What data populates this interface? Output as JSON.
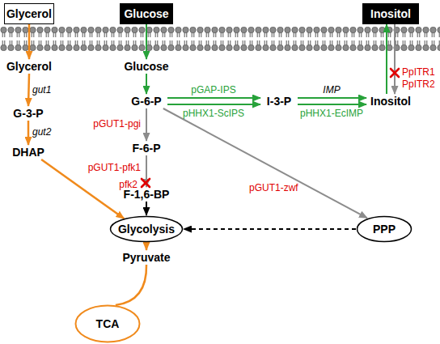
{
  "diagram": {
    "nodes": [
      {
        "text": [
          "Glycerol"
        ]
      },
      {
        "text": [
          "Glucose"
        ]
      },
      {
        "text": [
          "Inositol"
        ]
      },
      {
        "text": [
          "Glycerol"
        ]
      },
      {
        "text": [
          "G-3-P"
        ]
      },
      {
        "text": [
          "DHAP"
        ]
      },
      {
        "text": [
          "Glucose"
        ]
      },
      {
        "text": [
          "G-6-P"
        ]
      },
      {
        "text": [
          "I-3-P"
        ]
      },
      {
        "text": [
          "Inositol"
        ]
      },
      {
        "text": [
          "F-6-P"
        ]
      },
      {
        "text": [
          "F-1,6-BP"
        ]
      },
      {
        "text": [
          "Glycolysis"
        ]
      },
      {
        "text": [
          "PPP"
        ]
      },
      {
        "text": [
          "Pyruvate"
        ]
      },
      {
        "text": [
          "TCA"
        ]
      }
    ],
    "edges": [
      {
        "from": 0,
        "to": 3,
        "arrow": "to"
      },
      {
        "from": 3,
        "to": 4,
        "label": "gut1",
        "arrow": "to"
      },
      {
        "from": 4,
        "to": 5,
        "label": "gut2",
        "arrow": "to"
      },
      {
        "from": 5,
        "to": 12,
        "arrow": "to"
      },
      {
        "from": 1,
        "to": 6,
        "arrow": "to"
      },
      {
        "from": 6,
        "to": 7,
        "arrow": "to"
      },
      {
        "from": 7,
        "to": 8,
        "label": "pGAP-IPS",
        "arrow": "to"
      },
      {
        "from": 7,
        "to": 8,
        "label": "pHHX1-ScIPS",
        "arrow": "to"
      },
      {
        "from": 8,
        "to": 9,
        "label": "IMP",
        "arrow": "to"
      },
      {
        "from": 8,
        "to": 9,
        "label": "pHHX1-EcIMP",
        "arrow": "to"
      },
      {
        "from": 9,
        "to": 2,
        "arrow": "to"
      },
      {
        "from": 2,
        "to": 9,
        "arrow": "to"
      },
      {
        "from": 7,
        "to": 10,
        "label": "pGUT1-pgi",
        "arrow": "to"
      },
      {
        "from": 10,
        "to": 11,
        "label": "pGUT1-pfk1",
        "arrow": "to"
      },
      {
        "from": 7,
        "to": 13,
        "label": "pGUT1-zwf",
        "arrow": "to"
      },
      {
        "from": 11,
        "to": 12,
        "arrow": "to"
      },
      {
        "from": 13,
        "to": 12,
        "arrow": "to"
      },
      {
        "from": 12,
        "to": 14,
        "arrow": "to"
      },
      {
        "from": 14,
        "to": 15,
        "arrow": "none"
      }
    ],
    "labels": [
      "pfk2",
      "PpITR1",
      "PpITR2"
    ]
  }
}
